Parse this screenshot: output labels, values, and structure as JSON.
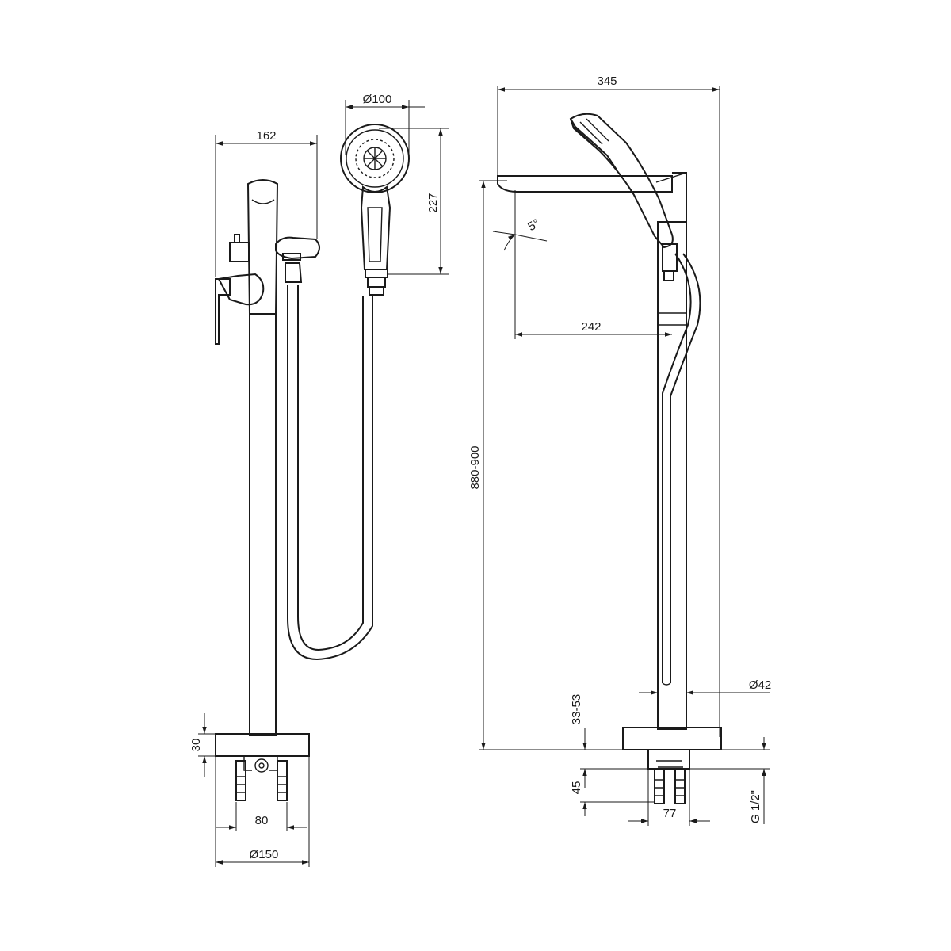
{
  "dimensions": {
    "width_162": "162",
    "diameter_100": "Ø100",
    "height_227": "227",
    "height_30": "30",
    "width_80": "80",
    "diameter_150": "Ø150",
    "width_345": "345",
    "angle_5": "5°",
    "reach_242": "242",
    "height_880_900": "880-900",
    "range_33_53": "33-53",
    "diameter_42": "Ø42",
    "height_45": "45",
    "width_77": "77",
    "thread_g12": "G 1/2\""
  }
}
